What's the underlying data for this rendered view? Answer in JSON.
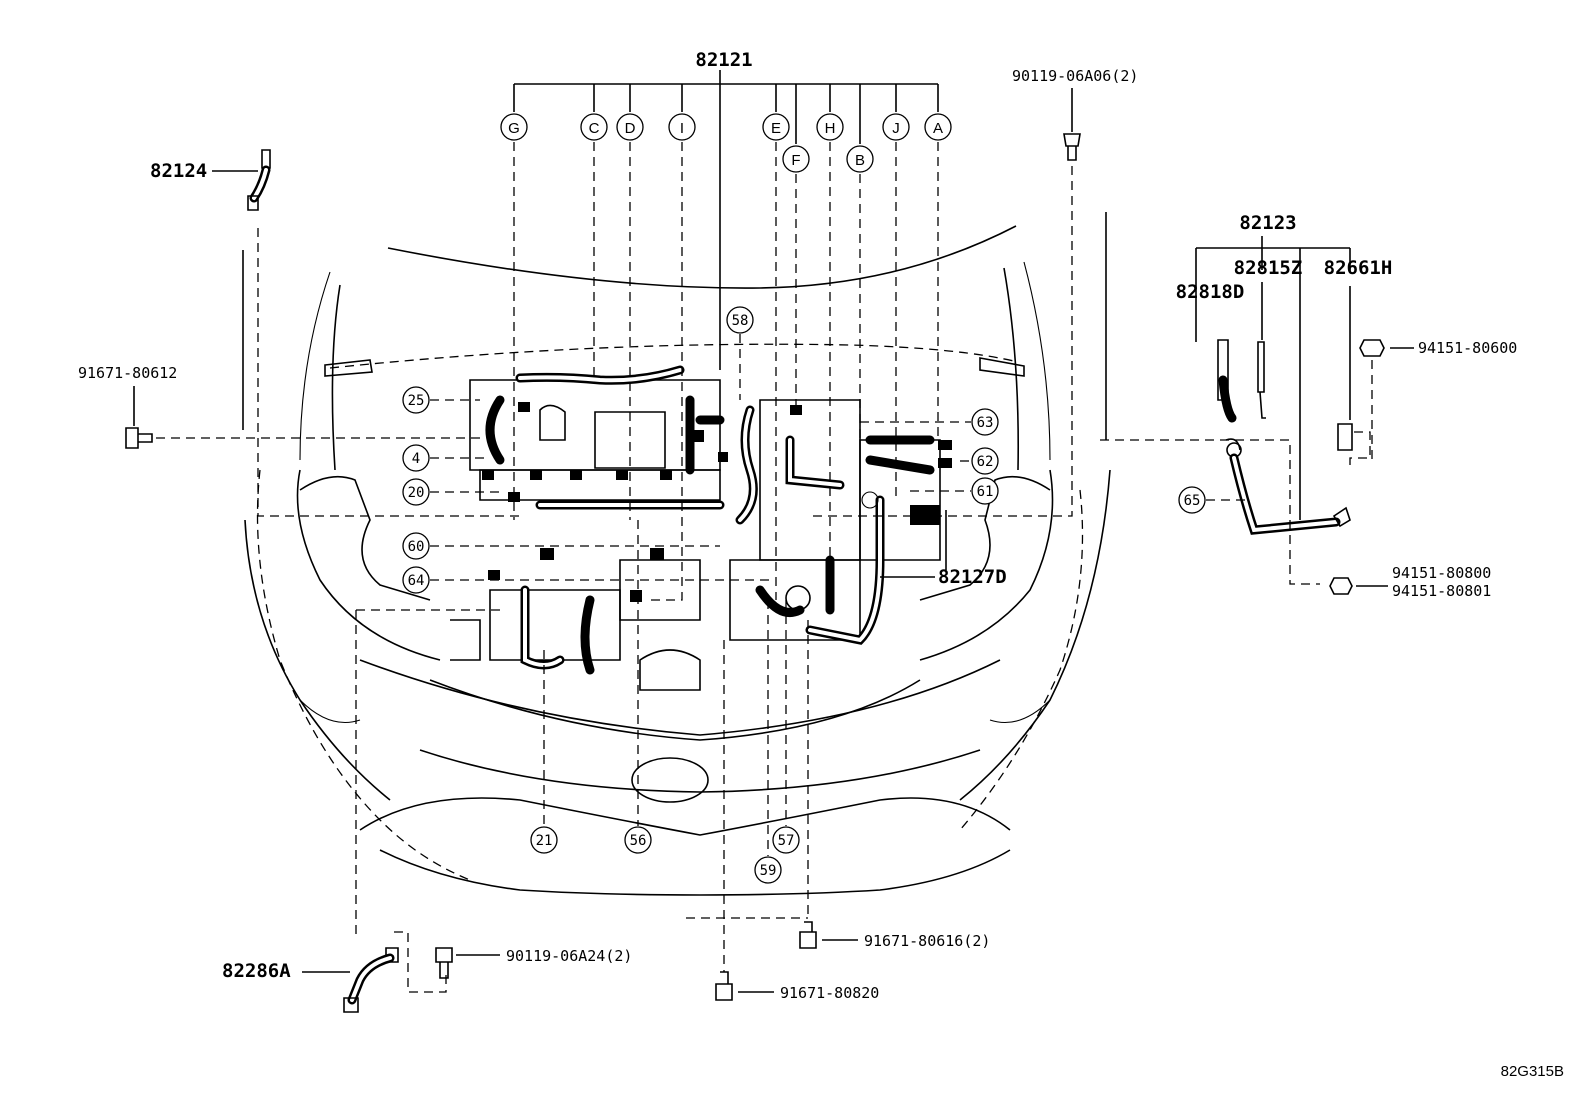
{
  "diagram_code": "82G315B",
  "main_harness": {
    "part_no": "82121",
    "connectors": [
      "G",
      "C",
      "D",
      "I",
      "E",
      "F",
      "H",
      "B",
      "J",
      "A"
    ]
  },
  "battery_harness": {
    "part_no": "82123",
    "subparts": [
      "82815Z",
      "82661H",
      "82818D"
    ]
  },
  "parts": {
    "sensor_wire": "82124",
    "small_harness": "82286A",
    "engine_wire": "82127D"
  },
  "fasteners": {
    "bolt_top": "90119-06A06(2)",
    "bolt_left": "91671-80612",
    "nut_right_top": "94151-80600",
    "nut_right_bottom_1": "94151-80800",
    "nut_right_bottom_2": "94151-80801",
    "bolt_small_harness": "90119-06A24(2)",
    "bolt_bottom_right": "91671-80616(2)",
    "bolt_bottom": "91671-80820"
  },
  "callouts": {
    "c25": "25",
    "c4": "4",
    "c20": "20",
    "c60": "60",
    "c64": "64",
    "c58": "58",
    "c63": "63",
    "c62": "62",
    "c61": "61",
    "c65": "65",
    "c21": "21",
    "c56": "56",
    "c57": "57",
    "c59": "59"
  }
}
